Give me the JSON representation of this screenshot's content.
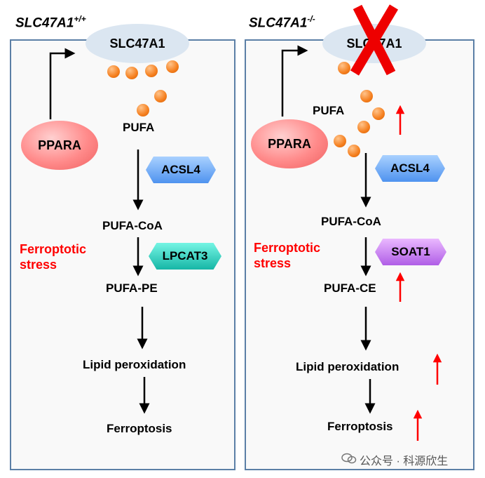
{
  "left_panel": {
    "genotype": "SLC47A1",
    "genotype_sup": "+/+",
    "membrane_label": "SLC47A1",
    "ppara_label": "PPARA",
    "pufa_label": "PUFA",
    "enzyme1": "ACSL4",
    "pufa_coa_label": "PUFA-CoA",
    "enzyme2": "LPCAT3",
    "pufa_pe_label": "PUFA-PE",
    "lipid_label": "Lipid peroxidation",
    "ferroptosis_label": "Ferroptosis",
    "stress_line1": "Ferroptotic",
    "stress_line2": "stress"
  },
  "right_panel": {
    "genotype": "SLC47A1",
    "genotype_sup": "-/-",
    "membrane_label": "SLC47A1",
    "ppara_label": "PPARA",
    "pufa_label": "PUFA",
    "enzyme1": "ACSL4",
    "pufa_coa_label": "PUFA-CoA",
    "enzyme2": "SOAT1",
    "pufa_ce_label": "PUFA-CE",
    "lipid_label": "Lipid peroxidation",
    "ferroptosis_label": "Ferroptosis",
    "stress_line1": "Ferroptotic",
    "stress_line2": "stress"
  },
  "watermark": {
    "text": "公众号 · 科源欣生"
  },
  "colors": {
    "panel_border": "#5b7fa6",
    "stress_red": "#ff0000",
    "cross_red": "#ee0000",
    "pufa_orange": "#f57f1e"
  }
}
